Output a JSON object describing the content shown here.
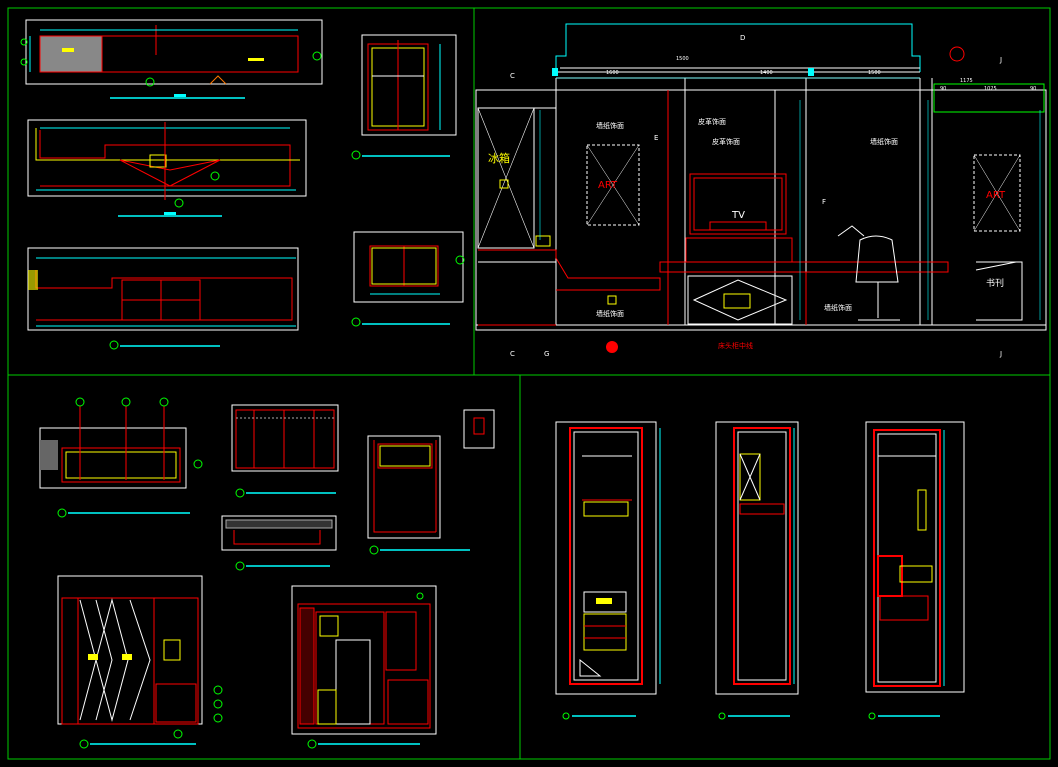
{
  "labels": {
    "fridge": "冰箱",
    "art_left": "ART",
    "art_right": "ART",
    "tv": "TV",
    "bookshelf": "书刊",
    "note_wall_left": "墙纸饰面",
    "note_leather_top": "皮革饰面",
    "note_leather_mid": "皮革饰面",
    "note_wall_right": "墙纸饰面",
    "note_bottom_left": "墙纸饰面",
    "note_bottom_mid": "墙纸饰面",
    "center_line": "床头柜中线"
  },
  "markers": {
    "top": "D",
    "left_top": "C",
    "left_bottom": "C",
    "left_bottom_2": "G",
    "right_top": "J",
    "right_bottom": "J",
    "section_e": "E",
    "section_f": "F"
  },
  "dimensions": {
    "top_1": "1600",
    "top_2": "1500",
    "top_3": "1400",
    "top_4": "1500",
    "right_1": "1175",
    "right_2": "90",
    "right_3": "1025",
    "right_4": "90"
  },
  "colors": {
    "background": "#000000",
    "frame": "#00ff00",
    "wall": "#ff0000",
    "cabinet": "#ffff00",
    "dimension": "#00ffff",
    "text": "#ffffff",
    "accent": "#ff00ff"
  }
}
